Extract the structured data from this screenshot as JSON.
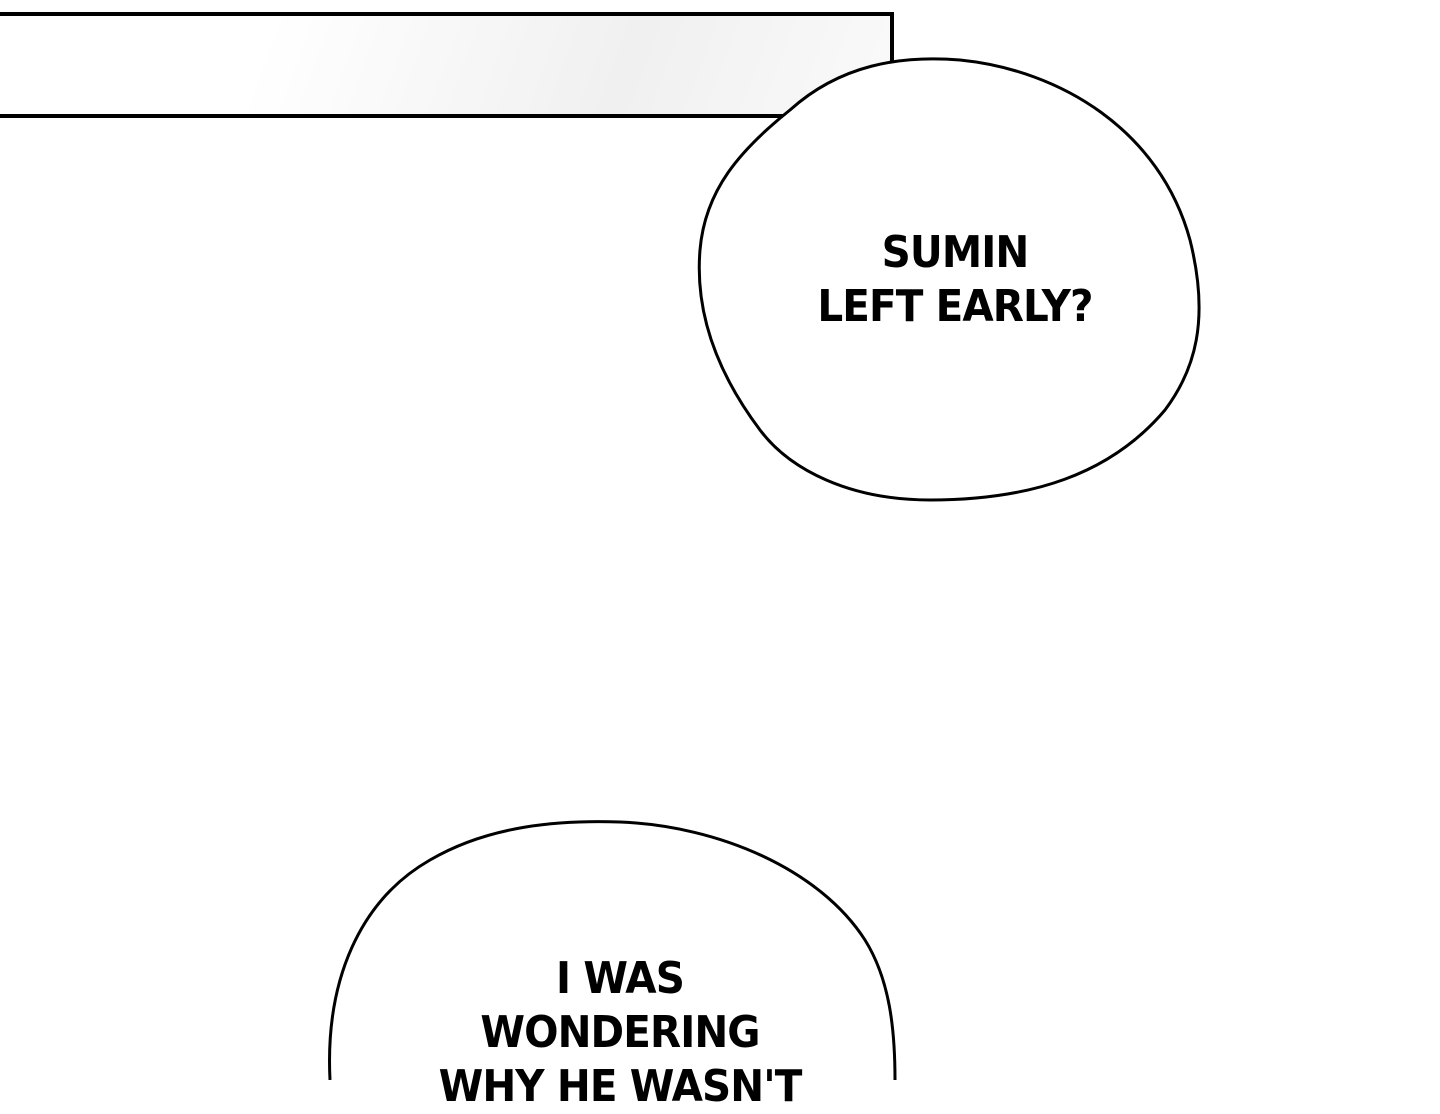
{
  "bubbles": [
    {
      "lines": [
        "SUMIN",
        "LEFT EARLY?"
      ]
    },
    {
      "lines": [
        "I WAS",
        "WONDERING",
        "WHY HE WASN'T"
      ]
    }
  ]
}
